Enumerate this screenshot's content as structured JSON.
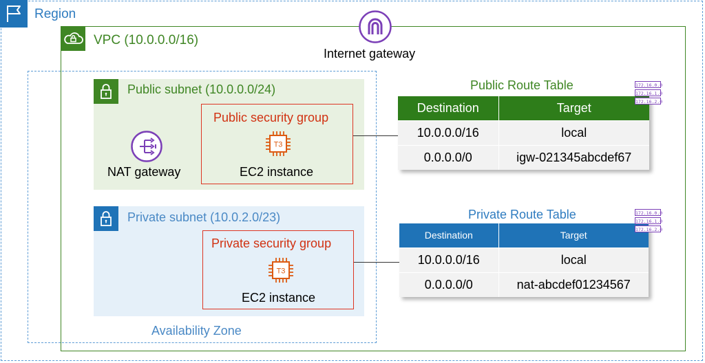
{
  "region": {
    "label": "Region"
  },
  "vpc": {
    "label": "VPC (10.0.0.0/16)"
  },
  "internet_gateway": {
    "label": "Internet gateway"
  },
  "availability_zone": {
    "label": "Availability Zone"
  },
  "public_subnet": {
    "label": "Public subnet (10.0.0.0/24)",
    "nat_gateway_label": "NAT gateway",
    "security_group_label": "Public security group",
    "instance_badge": "T3",
    "instance_label": "EC2 instance"
  },
  "private_subnet": {
    "label": "Private subnet (10.0.2.0/23)",
    "security_group_label": "Private security group",
    "instance_badge": "T3",
    "instance_label": "EC2 instance"
  },
  "public_route_table": {
    "title": "Public Route Table",
    "headers": [
      "Destination",
      "Target"
    ],
    "rows": [
      {
        "destination": "10.0.0.0/16",
        "target": "local"
      },
      {
        "destination": "0.0.0.0/0",
        "target": "igw-021345abcdef67"
      }
    ],
    "ip_chips": [
      "172.16.0.0",
      "172.16.1.0",
      "172.16.2.0"
    ]
  },
  "private_route_table": {
    "title": "Private Route Table",
    "headers": [
      "Destination",
      "Target"
    ],
    "rows": [
      {
        "destination": "10.0.0.0/16",
        "target": "local"
      },
      {
        "destination": "0.0.0.0/0",
        "target": "nat-abcdef01234567"
      }
    ],
    "ip_chips": [
      "172.16.0.0",
      "172.16.1.0",
      "172.16.2.0"
    ]
  },
  "colors": {
    "vpc_green": "#3f8624",
    "region_blue": "#1f73b7",
    "security_group_red": "#dd3522",
    "internet_gateway_purple": "#7b3fb7",
    "public_subnet_fill": "#e8f1e1",
    "private_subnet_fill": "#e5f0f9"
  },
  "icons": {
    "region": "flag-icon",
    "vpc": "cloud-lock-icon",
    "subnet": "padlock-icon",
    "internet_gateway": "arch-gateway-icon",
    "nat_gateway": "nat-arrows-icon",
    "ec2": "chip-icon",
    "route_table": "ip-address-stack-icon"
  }
}
